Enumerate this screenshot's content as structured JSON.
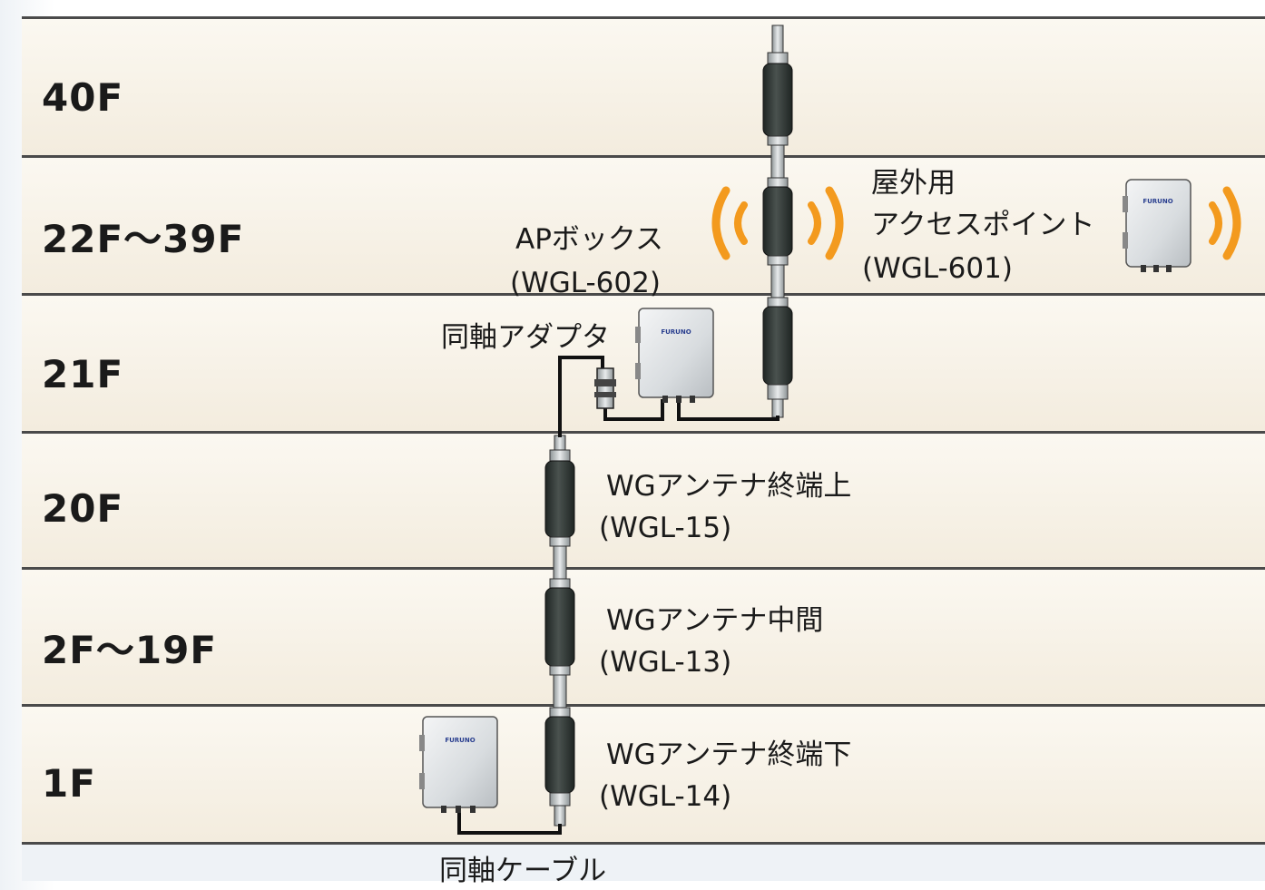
{
  "floors": [
    {
      "label": "40F"
    },
    {
      "label": "22F〜39F"
    },
    {
      "label": "21F"
    },
    {
      "label": "20F"
    },
    {
      "label": "2F〜19F"
    },
    {
      "label": "1F"
    }
  ],
  "labels": {
    "ap_box_name": "APボックス",
    "ap_box_model": "(WGL-602)",
    "outdoor_ap_line1": "屋外用",
    "outdoor_ap_line2": "アクセスポイント",
    "outdoor_ap_model": "(WGL-601)",
    "coax_adapter": "同軸アダプタ",
    "wg_top_name": "WGアンテナ終端上",
    "wg_top_model": "(WGL-15)",
    "wg_mid_name": "WGアンテナ中間",
    "wg_mid_model": "(WGL-13)",
    "wg_bottom_name": "WGアンテナ終端下",
    "wg_bottom_model": "(WGL-14)",
    "coax_cable": "同軸ケーブル"
  },
  "device_brand": "FURUNO",
  "colors": {
    "floor_line": "#4a4a4a",
    "wave": "#f39a1e",
    "antenna": "#2e3432",
    "box": "#d9dde0"
  }
}
